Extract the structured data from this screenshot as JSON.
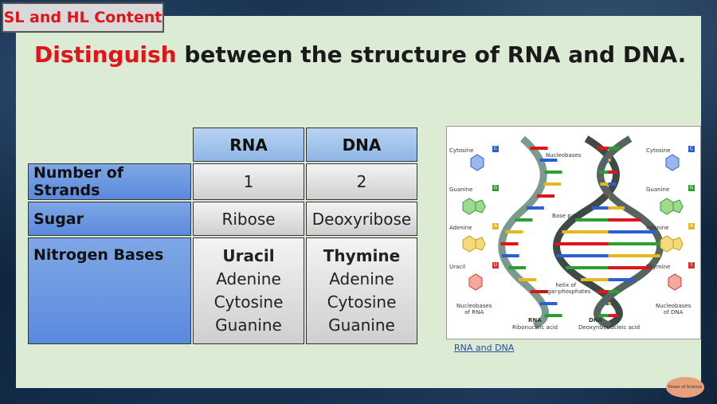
{
  "tag": "SL and HL Content",
  "title": {
    "highlight": "Distinguish",
    "rest": " between the structure of RNA and DNA."
  },
  "table": {
    "headers": [
      "RNA",
      "DNA"
    ],
    "rows": [
      {
        "label": "Number of Strands",
        "rna": "1",
        "dna": "2"
      },
      {
        "label": "Sugar",
        "rna": "Ribose",
        "dna": "Deoxyribose"
      },
      {
        "label": "Nitrogen Bases",
        "rna": [
          "Uracil",
          "Adenine",
          "Cytosine",
          "Guanine"
        ],
        "dna": [
          "Thymine",
          "Adenine",
          "Cytosine",
          "Guanine"
        ]
      }
    ]
  },
  "figure": {
    "left_bases": [
      "Cytosine",
      "Guanine",
      "Adenine",
      "Uracil"
    ],
    "right_bases": [
      "Cytosine",
      "Guanine",
      "Adenine",
      "Thymine"
    ],
    "base_letters_left": [
      "C",
      "G",
      "A",
      "U"
    ],
    "base_letters_right": [
      "C",
      "G",
      "A",
      "T"
    ],
    "nucleobases_label": "Nucleobases",
    "base_pair_label": "Base pair",
    "helix_label": "helix of\nsugar-phosphates",
    "nb_rna": "Nucleobases\nof RNA",
    "nb_dna": "Nucleobases\nof DNA",
    "rna_label": "RNA",
    "rna_sub": "Ribonucleic acid",
    "dna_label": "DNA",
    "dna_sub": "Deoxyribonucleic acid"
  },
  "link": "RNA and DNA",
  "logo": "Power of Science",
  "colors": {
    "accent": "#e0141b",
    "header": "#8eb6e6",
    "rowlab": "#5b89dd",
    "cytosine": "#2c5fd0",
    "guanine": "#2e9e32",
    "adenine": "#e7b81f",
    "uracil": "#d9342b",
    "thymine": "#d9342b"
  }
}
